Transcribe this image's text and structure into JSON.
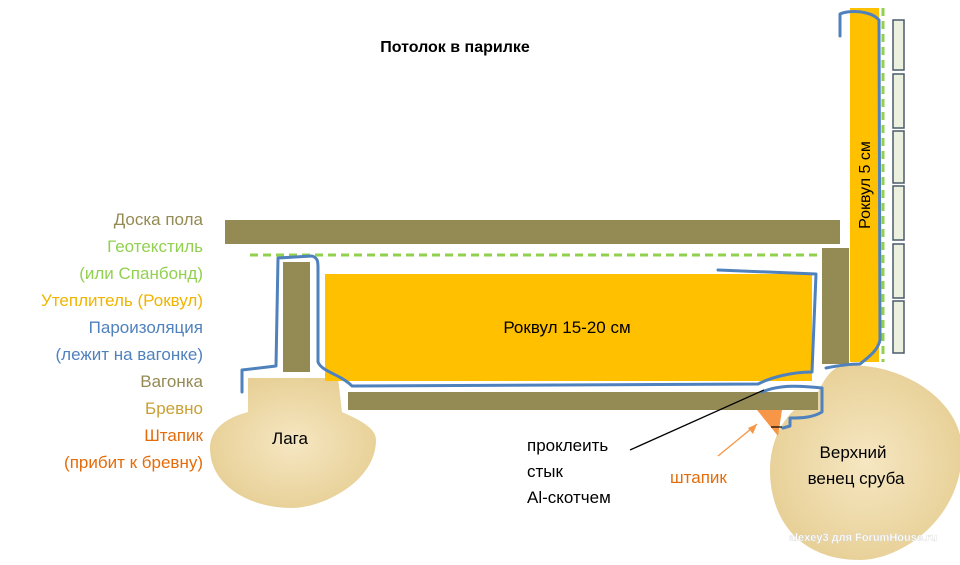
{
  "title": "Потолок в парилке",
  "legend": [
    {
      "text": "Доска пола",
      "color": "#948a54"
    },
    {
      "text": "Геотекстиль",
      "color": "#92d050"
    },
    {
      "text": "(или Спанбонд)",
      "color": "#92d050"
    },
    {
      "text": "Утеплитель  (Роквул)",
      "color": "#f0b400"
    },
    {
      "text": "Пароизоляция",
      "color": "#4f81bd"
    },
    {
      "text": "(лежит на вагонке)",
      "color": "#4f81bd"
    },
    {
      "text": "Вагонка",
      "color": "#948a54"
    },
    {
      "text": "Бревно",
      "color": "#c9a036"
    },
    {
      "text": "Штапик",
      "color": "#e46c0a"
    },
    {
      "text": "(прибит к бревну)",
      "color": "#e46c0a"
    }
  ],
  "labels": {
    "rockwool_main": "Роквул 15-20 см",
    "rockwool_wall": "Роквул 5 см",
    "joist": "Лага",
    "crown": "Верхний",
    "crown_line2": "венец сруба",
    "tape_line1": "проклеить",
    "tape_line2": "стык",
    "tape_line3": "Al-скотчем",
    "bead": "штапик",
    "watermark": "alexey3 для ForumHouse.ru"
  },
  "colors": {
    "board": "#948a54",
    "insulation": "#ffc000",
    "vapor": "#4f81bd",
    "geotextile": "#92d050",
    "bead": "#f79646",
    "wood": "#f0dcaa",
    "wall_panel": "#ebf1de"
  }
}
